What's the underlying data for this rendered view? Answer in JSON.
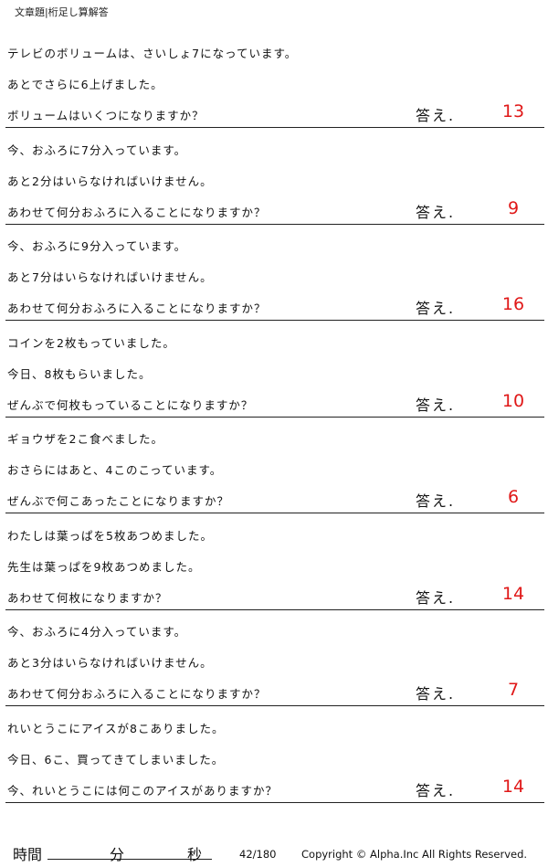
{
  "header": {
    "title": "文章題|桁足し算解答"
  },
  "answer_label": "答え.",
  "problems": [
    {
      "lines": [
        "テレビのボリュームは、さいしょ7になっています。",
        "あとでさらに6上げました。",
        "ボリュームはいくつになりますか？"
      ],
      "answer": "13"
    },
    {
      "lines": [
        "今、おふろに7分入っています。",
        "あと2分はいらなければいけません。",
        "あわせて何分おふろに入ることになりますか？"
      ],
      "answer": "9"
    },
    {
      "lines": [
        "今、おふろに9分入っています。",
        "あと7分はいらなければいけません。",
        "あわせて何分おふろに入ることになりますか？"
      ],
      "answer": "16"
    },
    {
      "lines": [
        "コインを2枚もっていました。",
        "今日、8枚もらいました。",
        "ぜんぶで何枚もっていることになりますか？"
      ],
      "answer": "10"
    },
    {
      "lines": [
        "ギョウザを2こ食べました。",
        "おさらにはあと、4このこっています。",
        "ぜんぶで何こあったことになりますか？"
      ],
      "answer": "6"
    },
    {
      "lines": [
        "わたしは葉っぱを5枚あつめました。",
        "先生は葉っぱを9枚あつめました。",
        "あわせて何枚になりますか？"
      ],
      "answer": "14"
    },
    {
      "lines": [
        "今、おふろに4分入っています。",
        "あと3分はいらなければいけません。",
        "あわせて何分おふろに入ることになりますか？"
      ],
      "answer": "7"
    },
    {
      "lines": [
        "れいとうこにアイスが8こありました。",
        "今日、6こ、買ってきてしまいました。",
        "今、れいとうこには何このアイスがありますか？"
      ],
      "answer": "14"
    }
  ],
  "footer": {
    "time_label": "時間",
    "minute_label": "分",
    "second_label": "秒",
    "page": "42/180",
    "copyright": "Copyright ©  Alpha.Inc All Rights Reserved."
  },
  "colors": {
    "answer": "#e01818",
    "text": "#111111"
  }
}
